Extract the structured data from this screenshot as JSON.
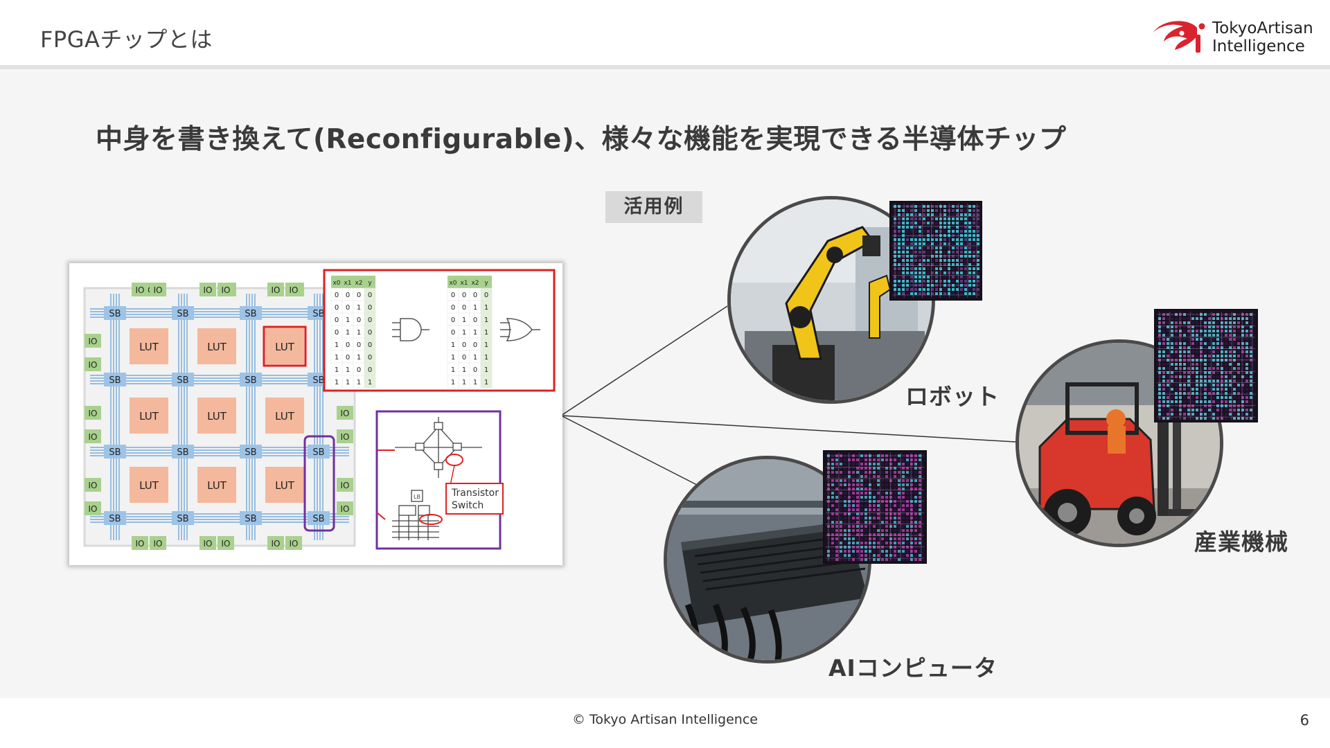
{
  "header": {
    "title": "FPGAチップとは",
    "logo": {
      "line1": "TokyoArtisan",
      "line2": "Intelligence",
      "accent_color": "#d9232e"
    }
  },
  "headline": "中身を書き換えて(Reconfigurable)、様々な機能を実現できる半導体チップ",
  "use_cases": {
    "badge": "活用例",
    "items": [
      {
        "label": "ロボット"
      },
      {
        "label": "産業機械"
      },
      {
        "label": "AIコンピュータ"
      }
    ]
  },
  "diagram": {
    "io_label": "IO",
    "sb_label": "SB",
    "lut_label": "LUT",
    "transistor_label_line1": "Transistor",
    "transistor_label_line2": "Switch",
    "tables": {
      "headers": [
        "x0",
        "x1",
        "x2",
        "y"
      ],
      "and_rows": [
        [
          "0",
          "0",
          "0",
          "0"
        ],
        [
          "0",
          "0",
          "1",
          "0"
        ],
        [
          "0",
          "1",
          "0",
          "0"
        ],
        [
          "0",
          "1",
          "1",
          "0"
        ],
        [
          "1",
          "0",
          "0",
          "0"
        ],
        [
          "1",
          "0",
          "1",
          "0"
        ],
        [
          "1",
          "1",
          "0",
          "0"
        ],
        [
          "1",
          "1",
          "1",
          "1"
        ]
      ],
      "or_rows": [
        [
          "0",
          "0",
          "0",
          "0"
        ],
        [
          "0",
          "0",
          "1",
          "1"
        ],
        [
          "0",
          "1",
          "0",
          "1"
        ],
        [
          "0",
          "1",
          "1",
          "1"
        ],
        [
          "1",
          "0",
          "0",
          "1"
        ],
        [
          "1",
          "0",
          "1",
          "1"
        ],
        [
          "1",
          "1",
          "0",
          "1"
        ],
        [
          "1",
          "1",
          "1",
          "1"
        ]
      ]
    },
    "colors": {
      "lut": "#f4b89c",
      "sb": "#9dc3e6",
      "io": "#a9d18e",
      "highlight_red": "#e02020",
      "highlight_purple": "#7030a0",
      "wire": "#5b9bd5"
    }
  },
  "footer": {
    "copyright": "© Tokyo Artisan Intelligence",
    "page_number": "6"
  }
}
